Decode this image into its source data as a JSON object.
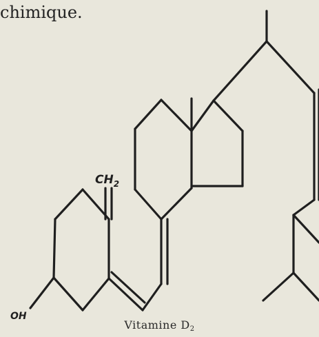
{
  "header": {
    "text": "chimique."
  },
  "labels": {
    "ch2": "CH",
    "ch2_sub": "2",
    "oh": "OH"
  },
  "caption": {
    "main": "Vitamine D",
    "sub": "2"
  },
  "colors": {
    "ink": "#1f1f1f",
    "paper": "#e9e7dc"
  }
}
